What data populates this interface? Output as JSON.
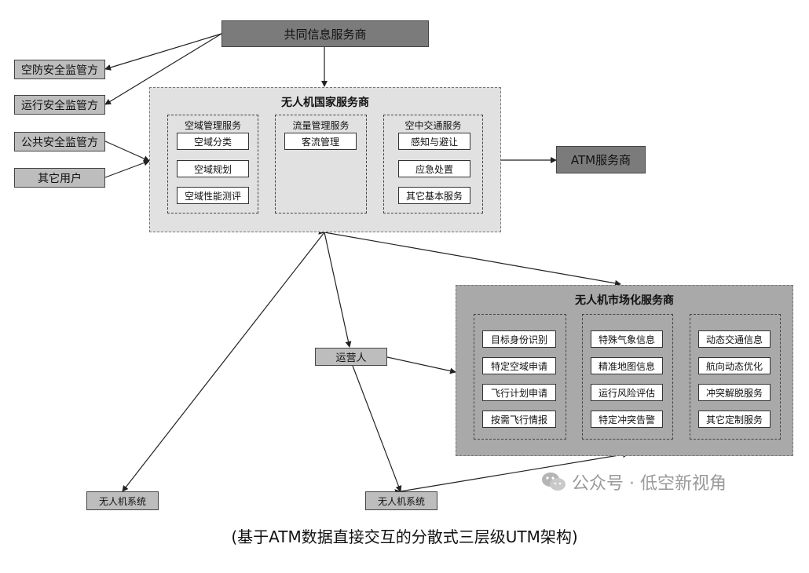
{
  "top_provider": "共同信息服务商",
  "left_entities": [
    "空防安全监管方",
    "运行安全监管方",
    "公共安全监管方",
    "其它用户"
  ],
  "national": {
    "title": "无人机国家服务商",
    "groups": [
      {
        "title": "空域管理服务",
        "items": [
          "空域分类",
          "空域规划",
          "空域性能测评"
        ]
      },
      {
        "title": "流量管理服务",
        "items": [
          "客流管理"
        ]
      },
      {
        "title": "空中交通服务",
        "items": [
          "感知与避让",
          "应急处置",
          "其它基本服务"
        ]
      }
    ]
  },
  "atm_provider": "ATM服务商",
  "market": {
    "title": "无人机市场化服务商",
    "groups": [
      {
        "items": [
          "目标身份识别",
          "特定空域申请",
          "飞行计划申请",
          "按需飞行情报"
        ]
      },
      {
        "items": [
          "特殊气象信息",
          "精准地图信息",
          "运行风险评估",
          "特定冲突告警"
        ]
      },
      {
        "items": [
          "动态交通信息",
          "航向动态优化",
          "冲突解脱服务",
          "其它定制服务"
        ]
      }
    ]
  },
  "operator": "运营人",
  "uav_system_left": "无人机系统",
  "uav_system_right": "无人机系统",
  "watermark": "公众号 · 低空新视角",
  "caption": "(基于ATM数据直接交互的分散式三层级UTM架构)"
}
